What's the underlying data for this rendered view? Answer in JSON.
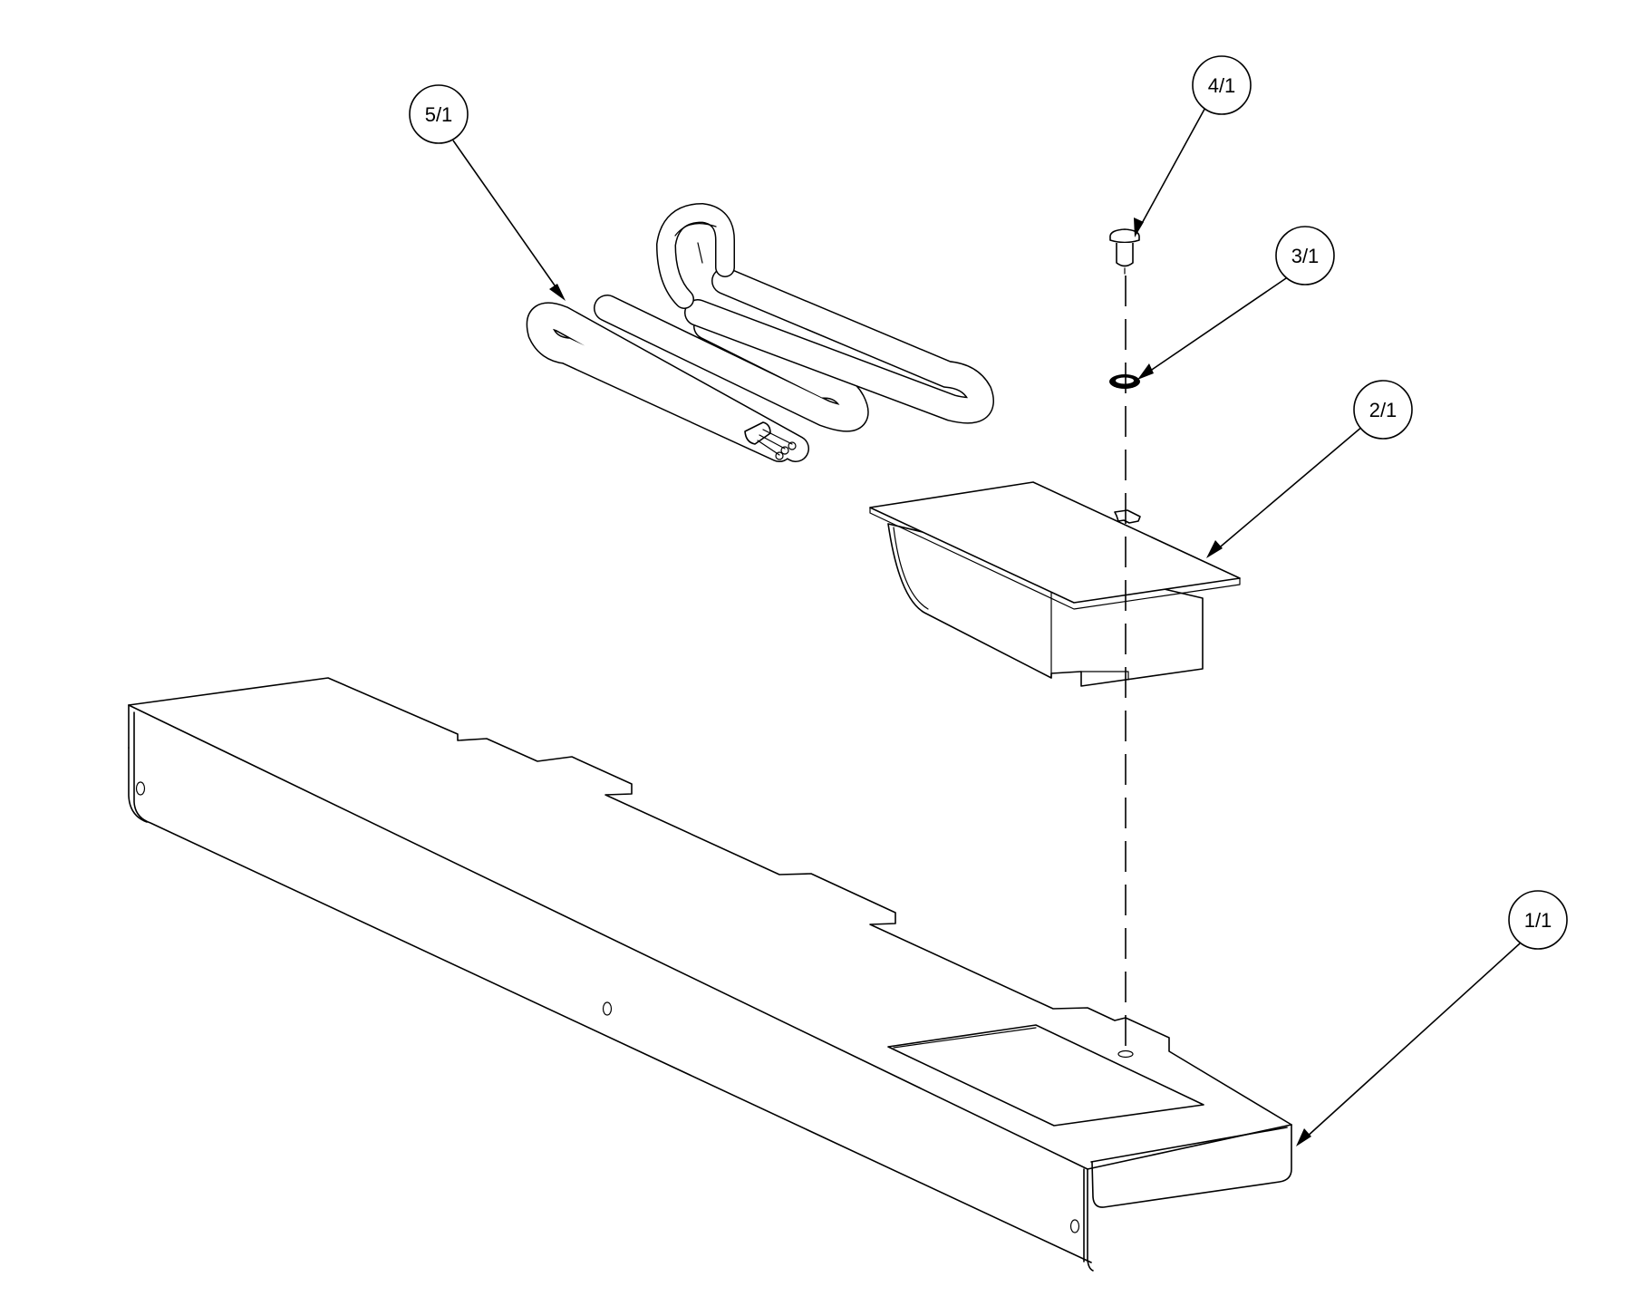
{
  "callouts": [
    {
      "id": "balloon-5",
      "label": "5/1"
    },
    {
      "id": "balloon-4",
      "label": "4/1"
    },
    {
      "id": "balloon-3",
      "label": "3/1"
    },
    {
      "id": "balloon-2",
      "label": "2/1"
    },
    {
      "id": "balloon-1",
      "label": "1/1"
    }
  ]
}
